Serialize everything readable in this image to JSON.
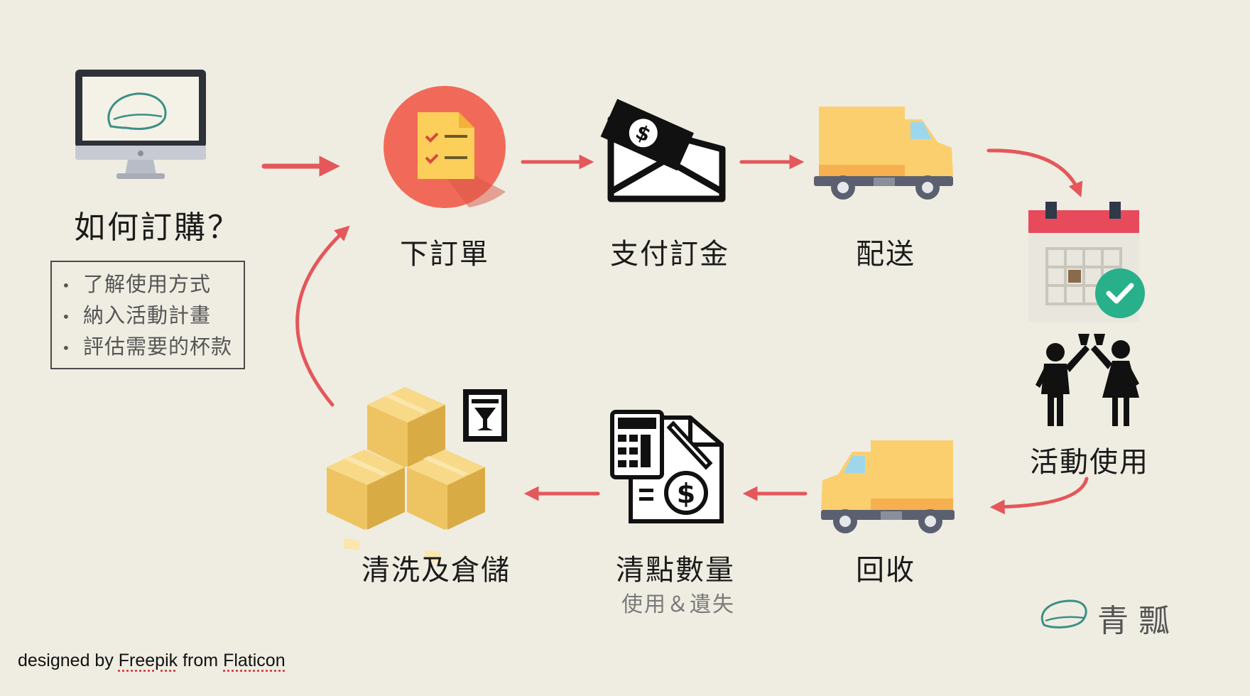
{
  "title": "如何訂購？",
  "notes": [
    "了解使用方式",
    "納入活動計畫",
    "評估需要的杯款"
  ],
  "steps": {
    "order": "下訂單",
    "payment": "支付訂金",
    "delivery": "配送",
    "event_use": "活動使用",
    "collection": "回收",
    "counting": "清點數量",
    "counting_sub": "使用＆遺失",
    "washing": "清洗及倉儲"
  },
  "brand": "青瓢",
  "credit": {
    "prefix": "designed by ",
    "author": "Freepik",
    "middle": " from ",
    "source": "Flaticon"
  },
  "icons": {
    "computer": "computer-monitor-icon",
    "order": "order-document-icon",
    "payment": "money-envelope-icon",
    "delivery": "delivery-truck-icon",
    "calendar": "calendar-check-icon",
    "people": "people-toasting-icon",
    "collection": "collection-truck-icon",
    "counting": "calculator-invoice-icon",
    "washing": "boxes-storage-icon",
    "brand": "gourd-logo-icon"
  },
  "colors": {
    "background": "#efede2",
    "arrow": "#e4575a",
    "order_circle": "#f16a59",
    "truck_body": "#fbcf6e",
    "check": "#27b08a",
    "calendar_top": "#e64a5b"
  }
}
